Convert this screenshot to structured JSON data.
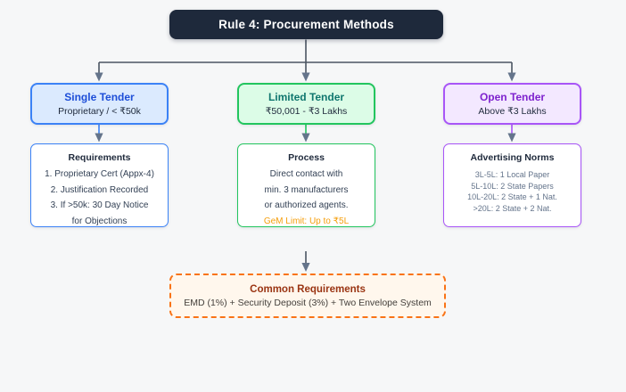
{
  "title": "Rule 4: Procurement Methods",
  "colors": {
    "bg": "#f6f7f8",
    "titleBox": "#1e293b",
    "titleText": "#ffffff",
    "line": "#4b5563",
    "arrow": "#64748b",
    "blue": "#3b82f6",
    "blueBg": "#dbeafe",
    "blueText": "#1d4ed8",
    "green": "#22c55e",
    "greenBg": "#dcfce7",
    "greenText": "#0f766e",
    "purple": "#a855f7",
    "purpleBg": "#f3e8ff",
    "purpleText": "#7e22ce",
    "orange": "#f97316",
    "orangeBg": "#fff7ed",
    "maroon": "#9a3412",
    "gem": "#f59e0b",
    "darkText": "#1e293b",
    "bodyText": "#334155",
    "mutedText": "#64748b",
    "footerBody": "#44403c"
  },
  "columns": [
    {
      "header": {
        "title": "Single Tender",
        "subtitle": "Proprietary / < ₹50k"
      },
      "detail": {
        "title": "Requirements",
        "lines": [
          "1. Proprietary Cert (Appx-4)",
          "2. Justification Recorded",
          "3. If >50k: 30 Day Notice",
          "for Objections"
        ]
      }
    },
    {
      "header": {
        "title": "Limited Tender",
        "subtitle": "₹50,001 - ₹3 Lakhs"
      },
      "detail": {
        "title": "Process",
        "lines": [
          "Direct contact with",
          "min. 3 manufacturers",
          "or authorized agents."
        ],
        "highlight": "GeM Limit: Up to ₹5L"
      }
    },
    {
      "header": {
        "title": "Open Tender",
        "subtitle": "Above ₹3 Lakhs"
      },
      "detail": {
        "title": "Advertising Norms",
        "lines": [
          "3L-5L: 1 Local Paper",
          "5L-10L: 2 State Papers",
          "10L-20L: 2 State + 1 Nat.",
          ">20L: 2 State + 2 Nat."
        ]
      }
    }
  ],
  "footer": {
    "title": "Common Requirements",
    "body": "EMD (1%) + Security Deposit (3%) + Two Envelope System"
  }
}
